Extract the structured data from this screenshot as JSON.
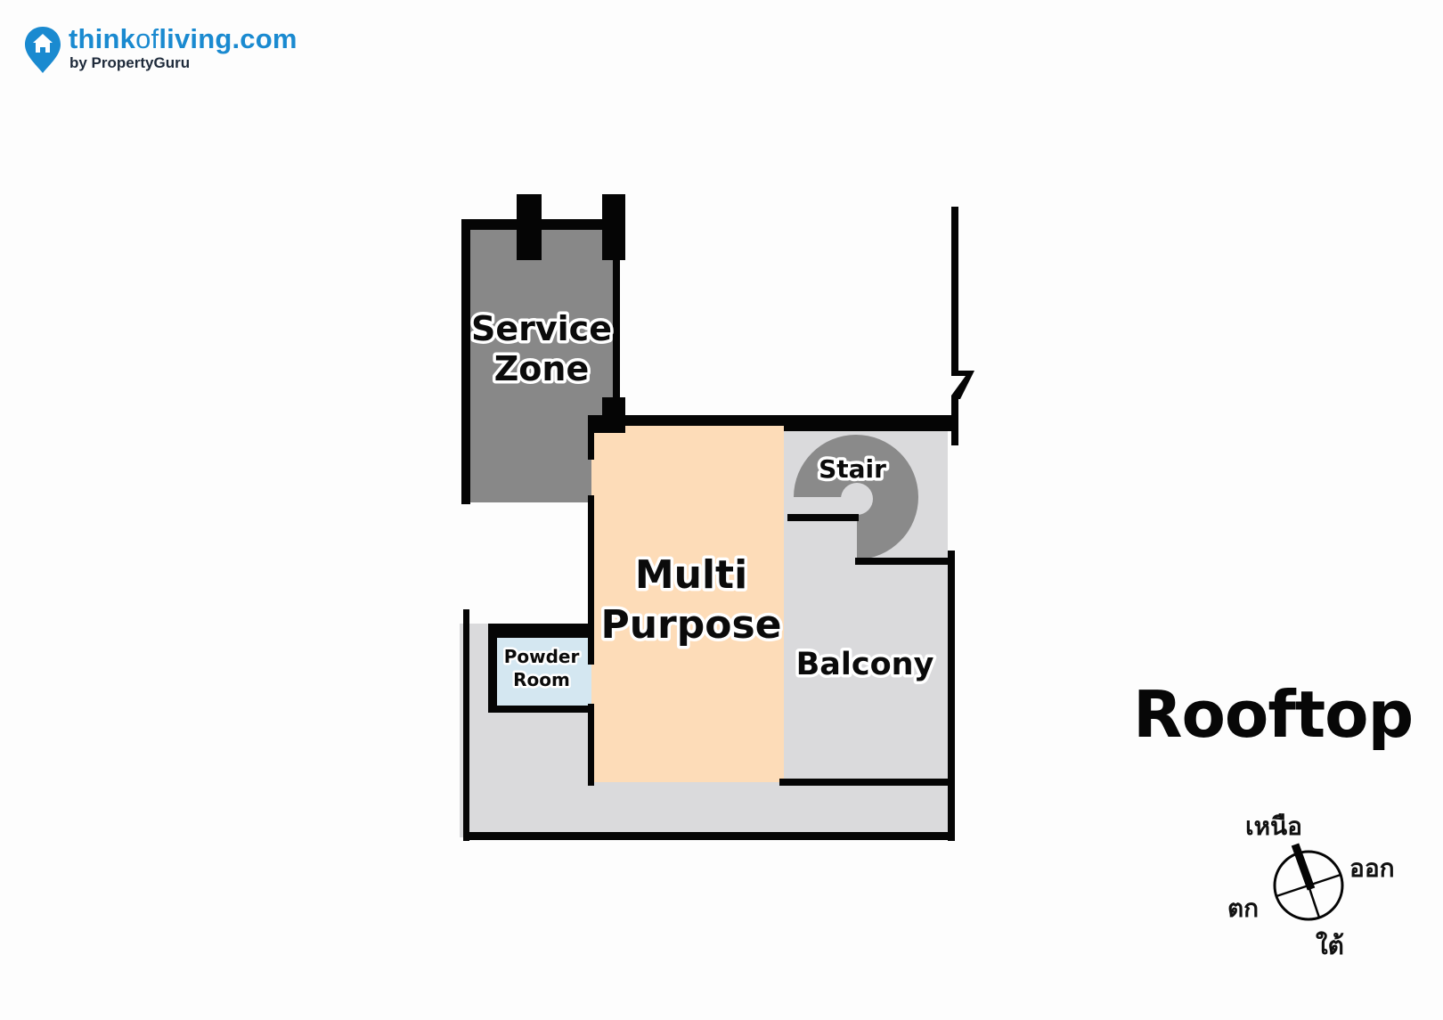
{
  "logo": {
    "brand_prefix": "think",
    "brand_middle": "of",
    "brand_suffix": "living.com",
    "tagline": "by PropertyGuru",
    "icon": "house-pin-icon",
    "brand_color": "#1a8ad0"
  },
  "floor_title": "Rooftop",
  "rooms": {
    "service_zone": {
      "line1": "Service",
      "line2": "Zone",
      "color": "#888888"
    },
    "multi_purpose": {
      "line1": "Multi",
      "line2": "Purpose",
      "color": "#fddcb8"
    },
    "stair": {
      "label": "Stair",
      "color": "#8a8a8a"
    },
    "balcony": {
      "label": "Balcony",
      "color": "#dadadc"
    },
    "powder_room": {
      "line1": "Powder",
      "line2": "Room",
      "color": "#d4e7f1"
    }
  },
  "compass": {
    "icon": "compass-icon",
    "north": "เหนือ",
    "east": "ออก",
    "west": "ตก",
    "south": "ใต้"
  },
  "colors": {
    "wall": "#050505",
    "terrace": "#dadadc",
    "background": "#fdfdfd"
  }
}
